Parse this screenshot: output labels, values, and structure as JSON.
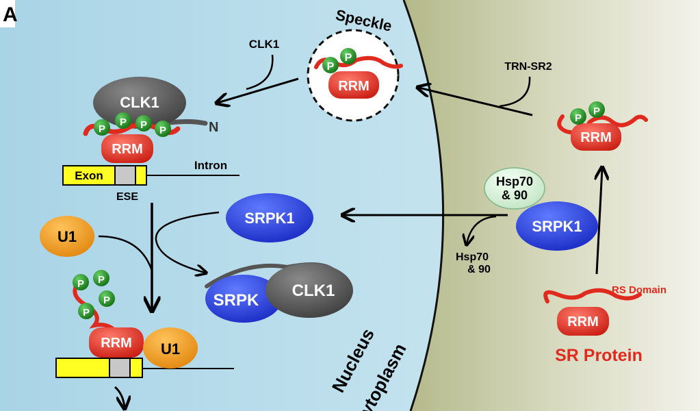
{
  "panel_letter": "A",
  "regions": {
    "nucleus": "Nucleus",
    "cytoplasm": "Cytoplasm"
  },
  "speckle": {
    "title": "Speckle",
    "domain": "RRM",
    "phospho": "P"
  },
  "kinases": {
    "clk1_top": "CLK1",
    "n_terminus": "N",
    "srpk1_main": "SRPK1",
    "srpk1_cyto": "SRPK1",
    "complex_srpk": "SRPK",
    "complex_clk": "CLK1"
  },
  "labels": {
    "clk1_arrow": "CLK1",
    "trn_sr2": "TRN-SR2",
    "exon": "Exon",
    "intron": "Intron",
    "ese": "ESE",
    "u1": "U1",
    "u1_bound": "U1",
    "hsp_chaperone": "Hsp70\n& 90",
    "hsp_released": "Hsp70\n& 90"
  },
  "proteins": {
    "rrm_top": "RRM",
    "rrm_bottom": "RRM",
    "rrm_cyto_p": "RRM",
    "rrm_sr": "RRM"
  },
  "sr_protein": {
    "title": "SR Protein",
    "rs_domain": "RS Domain"
  },
  "colors": {
    "nucleus_bg": "#c7e4ef",
    "cyto_bg": "#c6c9a2",
    "red": "#e02a1e",
    "blue": "#1f3fe0",
    "orange": "#f29a12",
    "gray": "#555555",
    "green": "#1c8a1c",
    "yellow": "#ffff22"
  }
}
